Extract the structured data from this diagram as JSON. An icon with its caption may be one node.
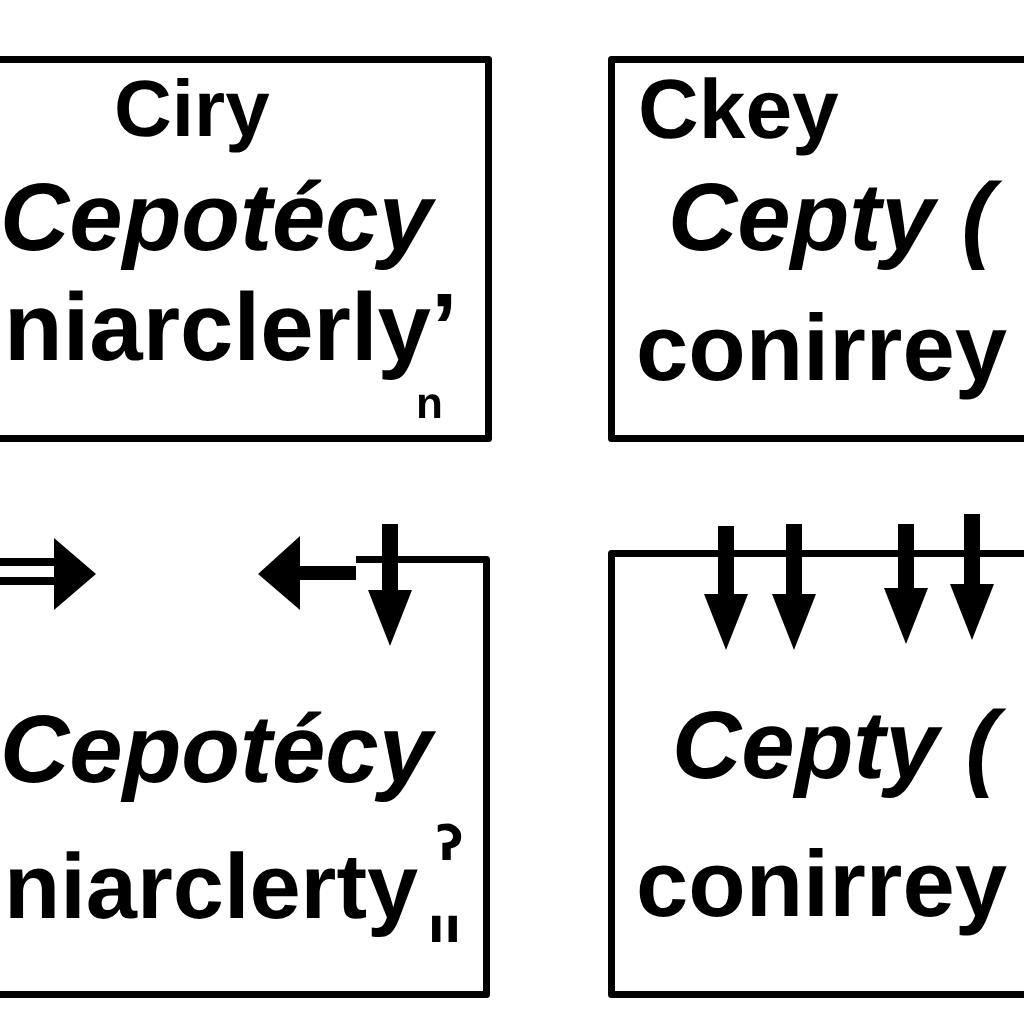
{
  "diagram": {
    "nodes": [
      {
        "text": [
          "Ciry",
          "Cepotécy",
          "niarclerly’",
          "n"
        ]
      },
      {
        "text": [
          "Ckey",
          "Cepty (",
          "conirrey"
        ]
      },
      {
        "text": [
          "Cepotécy",
          "niarclerty",
          "ʔ",
          "ıı"
        ]
      },
      {
        "text": [
          "Cepty (",
          "conirrey"
        ]
      }
    ],
    "edges": [
      {
        "from": null,
        "to": 2,
        "arrow": "to"
      },
      {
        "from": null,
        "to": 3,
        "arrow": "to"
      },
      {
        "from": null,
        "to": 3,
        "arrow": "to"
      },
      {
        "from": null,
        "to": 3,
        "arrow": "to"
      },
      {
        "from": null,
        "to": 3,
        "arrow": "to"
      }
    ]
  }
}
